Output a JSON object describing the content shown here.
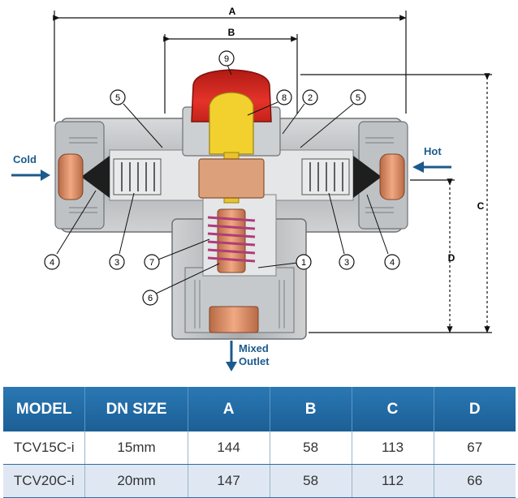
{
  "diagram": {
    "dimension_labels": {
      "a": "A",
      "b": "B",
      "c": "C",
      "d": "D"
    },
    "flow_labels": {
      "cold": "Cold",
      "hot": "Hot",
      "mixed_line1": "Mixed",
      "mixed_line2": "Outlet"
    },
    "callouts": [
      "9",
      "8",
      "2",
      "5",
      "5",
      "4",
      "3",
      "7",
      "6",
      "1",
      "3",
      "4"
    ]
  },
  "table": {
    "headers": [
      "MODEL",
      "DN SIZE",
      "A",
      "B",
      "C",
      "D"
    ],
    "rows": [
      [
        "TCV15C-i",
        "15mm",
        "144",
        "58",
        "113",
        "67"
      ],
      [
        "TCV20C-i",
        "20mm",
        "147",
        "58",
        "112",
        "66"
      ]
    ]
  },
  "colors": {
    "header_blue": "#1f6aa5",
    "row_alt": "#dfe8f2",
    "arrow_blue": "#1c5a8c",
    "cap_red": "#d8241c",
    "brass_yellow": "#f2d12e",
    "copper": "#d9835a",
    "body_grey": "#b9bcbf"
  }
}
